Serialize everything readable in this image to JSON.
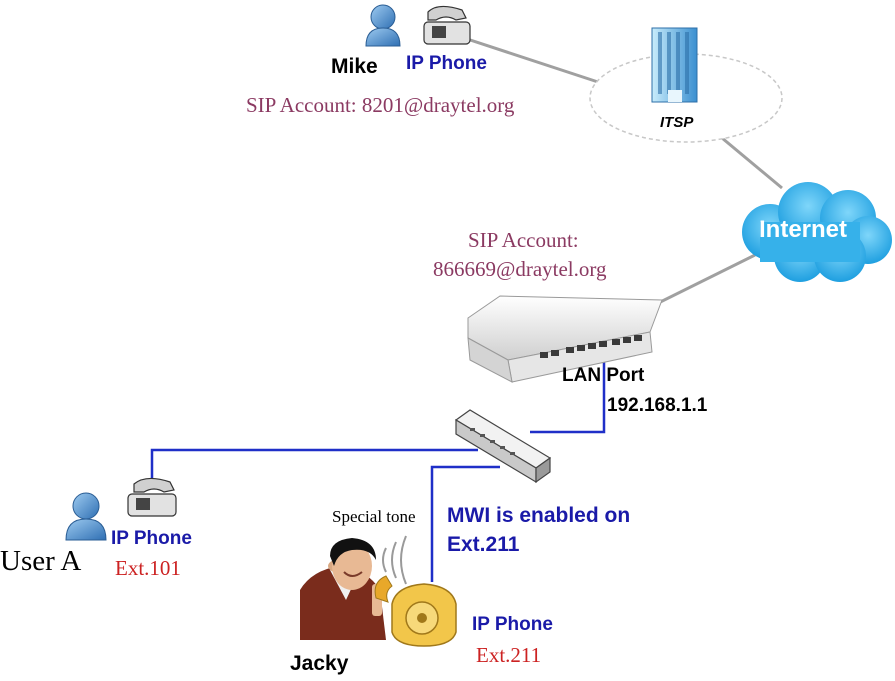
{
  "mike": {
    "name": "Mike",
    "device": "IP Phone",
    "sip": "SIP Account: 8201@draytel.org"
  },
  "itsp": {
    "label": "ITSP"
  },
  "internet": {
    "label": "Internet"
  },
  "router": {
    "sip_line1": "SIP Account:",
    "sip_line2": "866669@draytel.org",
    "port_label": "LAN Port",
    "ip": "192.168.1.1"
  },
  "user_a": {
    "name": "User A",
    "device": "IP Phone",
    "ext": "Ext.101"
  },
  "jacky": {
    "name": "Jacky",
    "device": "IP Phone",
    "ext": "Ext.211",
    "tone": "Special tone"
  },
  "mwi": {
    "line1": "MWI is enabled on",
    "line2": "Ext.211"
  },
  "colors": {
    "link_gray": "#a0a0a0",
    "lan_blue": "#1f2fc8",
    "cloud_blue": "#38b6ec",
    "label_blue": "#1a1aa8",
    "sip_maroon": "#8b3a62",
    "ext_red": "#cc2222"
  }
}
